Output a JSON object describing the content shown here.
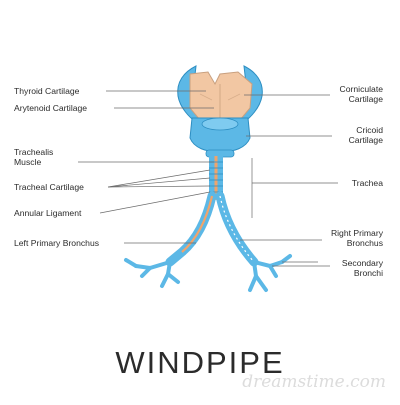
{
  "labels": {
    "thyroid_cartilage": "Thyroid Cartilage",
    "arytenoid_cartilage": "Arytenoid Cartilage",
    "trachealis_muscle_1": "Trachealis",
    "trachealis_muscle_2": "Muscle",
    "tracheal_cartilage": "Tracheal Cartilage",
    "annular_ligament": "Annular Ligament",
    "left_primary_bronchus": "Left Primary Bronchus",
    "corniculate_cartilage_1": "Corniculate",
    "corniculate_cartilage_2": "Cartilage",
    "cricoid_cartilage_1": "Cricoid",
    "cricoid_cartilage_2": "Cartilage",
    "trachea": "Trachea",
    "right_primary_bronchus_1": "Right Primary",
    "right_primary_bronchus_2": "Bronchus",
    "secondary_bronchi_1": "Secondary",
    "secondary_bronchi_2": "Bronchi"
  },
  "title": "WINDPIPE",
  "watermark": "dreamstime.com",
  "colors": {
    "cartilage_tan": "#f2c7a3",
    "cartilage_edge": "#c9a07f",
    "airway_blue": "#5cb8e6",
    "airway_dark": "#2d8ec2",
    "muscle_orange": "#f0a46c",
    "leader_line": "#6b6b6b"
  }
}
